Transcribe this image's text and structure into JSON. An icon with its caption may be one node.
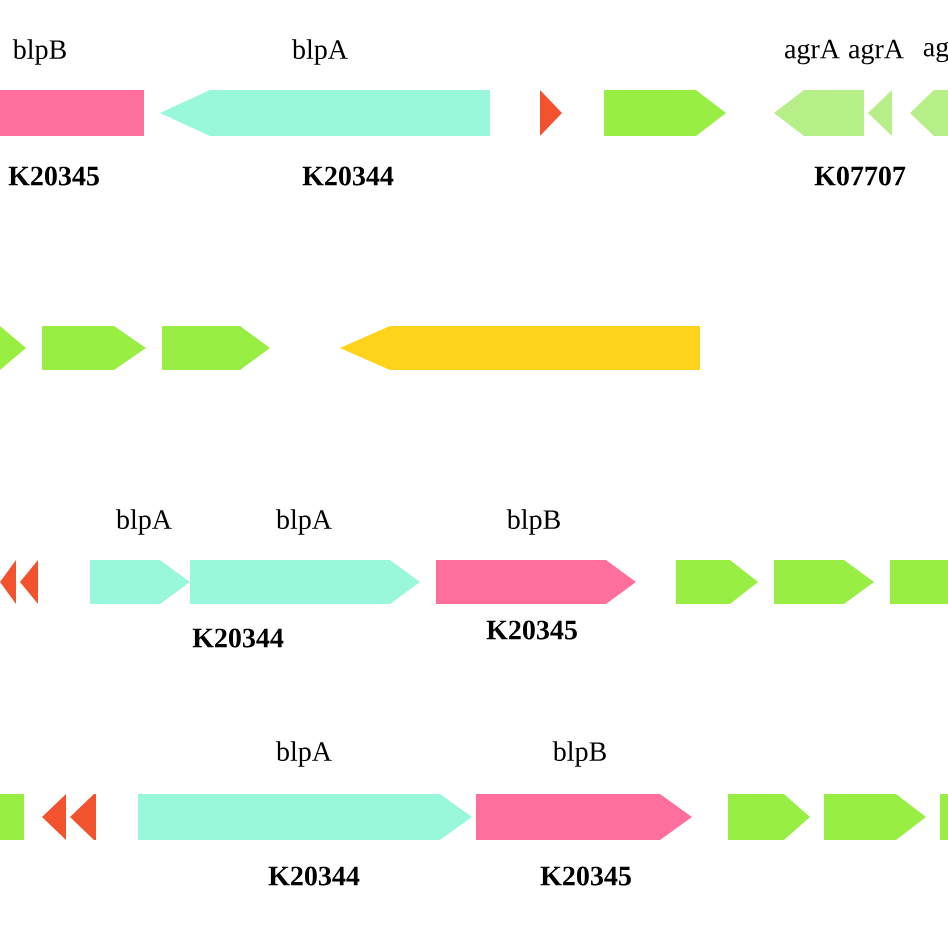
{
  "diagram": {
    "labels": [
      "blpB",
      "blpA",
      "agrA",
      "agrA",
      "ag",
      "K20345",
      "K20344",
      "K07707",
      "blpA",
      "blpA",
      "blpB",
      "K20344",
      "K20345",
      "blpA",
      "blpB",
      "K20344",
      "K20345"
    ]
  }
}
